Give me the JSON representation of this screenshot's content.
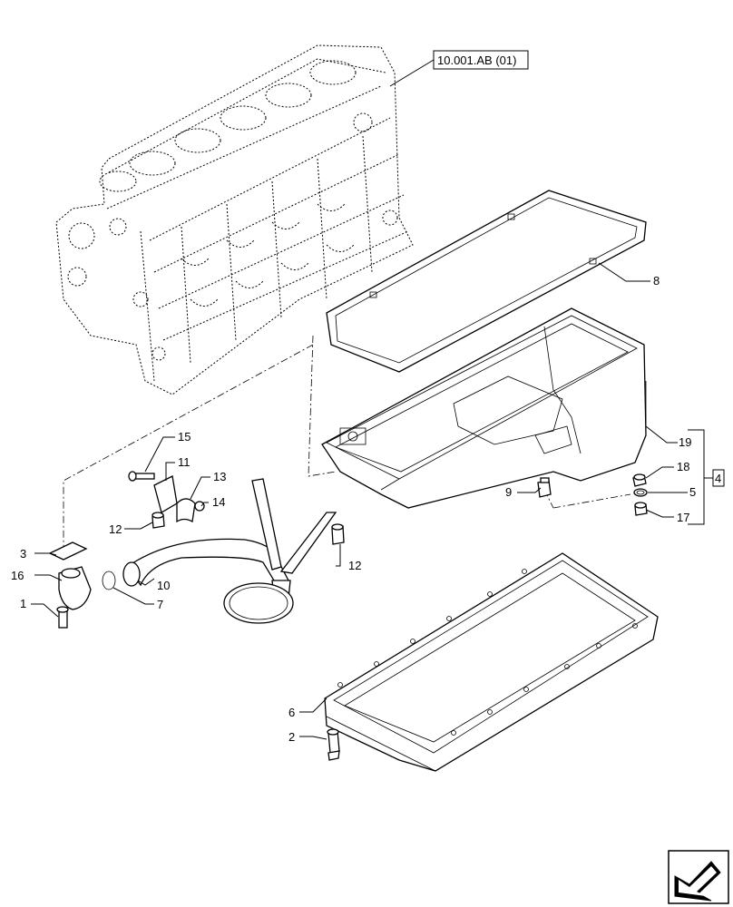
{
  "reference_label": "10.001.AB (01)",
  "callouts": {
    "c1": "1",
    "c2": "2",
    "c3": "3",
    "c4": "4",
    "c5": "5",
    "c6": "6",
    "c7": "7",
    "c8": "8",
    "c9": "9",
    "c10": "10",
    "c11": "11",
    "c12a": "12",
    "c12b": "12",
    "c13": "13",
    "c14": "14",
    "c15": "15",
    "c16": "16",
    "c17": "17",
    "c18": "18",
    "c19": "19"
  },
  "icons": {
    "nav": "next-page-arrow-icon"
  }
}
